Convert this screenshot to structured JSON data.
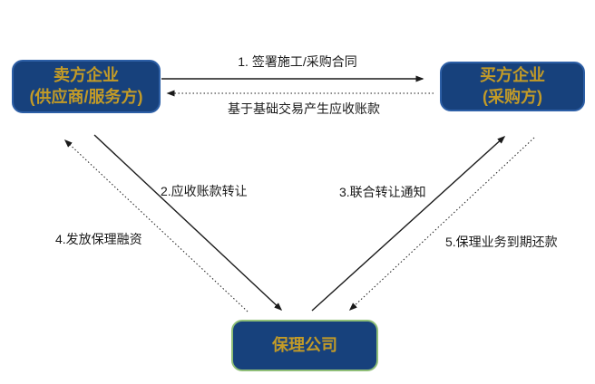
{
  "diagram": {
    "type": "flow-diagram",
    "nodes": {
      "seller": {
        "line1": "卖方企业",
        "line2": "(供应商/服务方)"
      },
      "buyer": {
        "line1": "买方企业",
        "line2": "(采购方)"
      },
      "factor": {
        "label": "保理公司"
      }
    },
    "edges": {
      "sign_contract": {
        "label": "1. 签署施工/采购合同",
        "style": "solid",
        "from": "seller",
        "to": "buyer"
      },
      "receivables_generated": {
        "label": "基于基础交易产生应收账款",
        "style": "dotted",
        "from": "buyer",
        "to": "seller"
      },
      "receivables_transfer": {
        "label": "2.应收账款转让",
        "style": "solid",
        "from": "seller",
        "to": "factor"
      },
      "joint_transfer_notice": {
        "label": "3.联合转让通知",
        "style": "solid",
        "from": "factor",
        "to": "buyer"
      },
      "factoring_financing": {
        "label": "4.发放保理融资",
        "style": "dotted",
        "from": "factor",
        "to": "seller"
      },
      "maturity_repayment": {
        "label": "5.保理业务到期还款",
        "style": "dotted",
        "from": "buyer",
        "to": "factor"
      }
    },
    "colors": {
      "node_fill": "#17417C",
      "node_border_blue": "#2D5FA6",
      "node_border_green": "#8FBE77",
      "node_text_gold": "#C39B27",
      "arrow": "#1A1A1A",
      "background": "#FFFFFF"
    }
  }
}
